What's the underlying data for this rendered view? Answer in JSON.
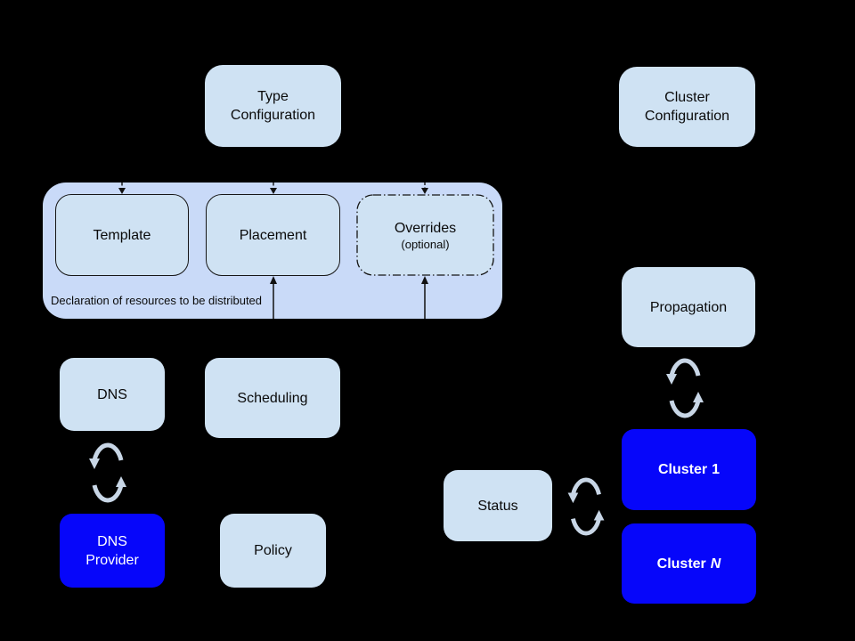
{
  "diagram": {
    "background": "#000000",
    "colors": {
      "node_fill": "#cfe2f3",
      "group_fill": "#c9daf8",
      "accent_fill": "#0606fa",
      "node_text": "#0a0a0a",
      "accent_text": "#ffffff",
      "sync_arrow": "#c8d6e6",
      "connector": "#111111"
    },
    "icons": {
      "sync": "sync-icon"
    },
    "nodes": {
      "type_configuration": {
        "line1": "Type",
        "line2": "Configuration"
      },
      "cluster_configuration": {
        "line1": "Cluster",
        "line2": "Configuration"
      },
      "template": {
        "label": "Template"
      },
      "placement": {
        "label": "Placement"
      },
      "overrides": {
        "label": "Overrides",
        "sublabel": "(optional)"
      },
      "group_caption": "Declaration of resources to be distributed",
      "dns": {
        "label": "DNS"
      },
      "scheduling": {
        "label": "Scheduling"
      },
      "dns_provider": {
        "line1": "DNS",
        "line2": "Provider"
      },
      "policy": {
        "label": "Policy"
      },
      "status": {
        "label": "Status"
      },
      "propagation": {
        "label": "Propagation"
      },
      "cluster_1": {
        "prefix": "Cluster",
        "suffix": "1"
      },
      "cluster_n": {
        "prefix": "Cluster",
        "suffix": "N"
      }
    }
  }
}
